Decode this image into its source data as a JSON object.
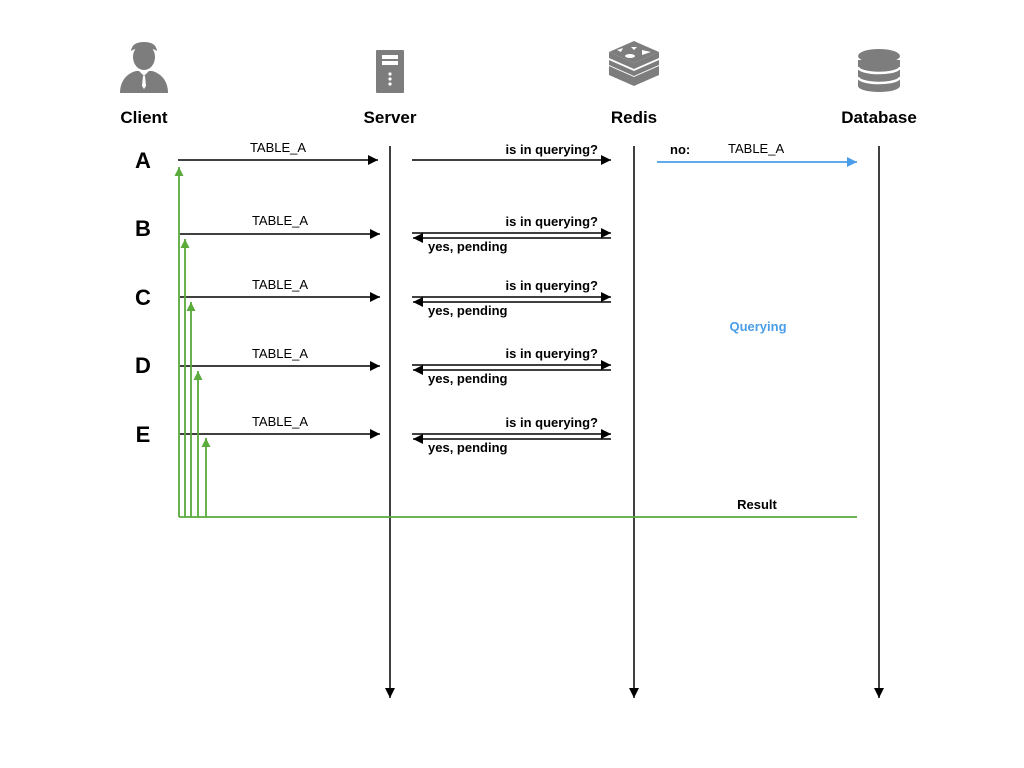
{
  "colors": {
    "line": "#000000",
    "response": "#5aaa3c",
    "db_request": "#4a9de8",
    "icon": "#7d7d7d"
  },
  "actors": {
    "client": {
      "label": "Client",
      "icon": "person-icon"
    },
    "server": {
      "label": "Server",
      "icon": "server-icon"
    },
    "redis": {
      "label": "Redis",
      "icon": "redis-icon"
    },
    "database": {
      "label": "Database",
      "icon": "database-icon"
    }
  },
  "rows": [
    {
      "label": "A",
      "request": "TABLE_A",
      "check": "is in querying?",
      "db_prefix": "no:",
      "db_request": "TABLE_A"
    },
    {
      "label": "B",
      "request": "TABLE_A",
      "check": "is in querying?",
      "reply": "yes, pending"
    },
    {
      "label": "C",
      "request": "TABLE_A",
      "check": "is in querying?",
      "reply": "yes, pending"
    },
    {
      "label": "D",
      "request": "TABLE_A",
      "check": "is in querying?",
      "reply": "yes, pending"
    },
    {
      "label": "E",
      "request": "TABLE_A",
      "check": "is in querying?",
      "reply": "yes, pending"
    }
  ],
  "status": {
    "querying": "Querying",
    "result": "Result"
  }
}
